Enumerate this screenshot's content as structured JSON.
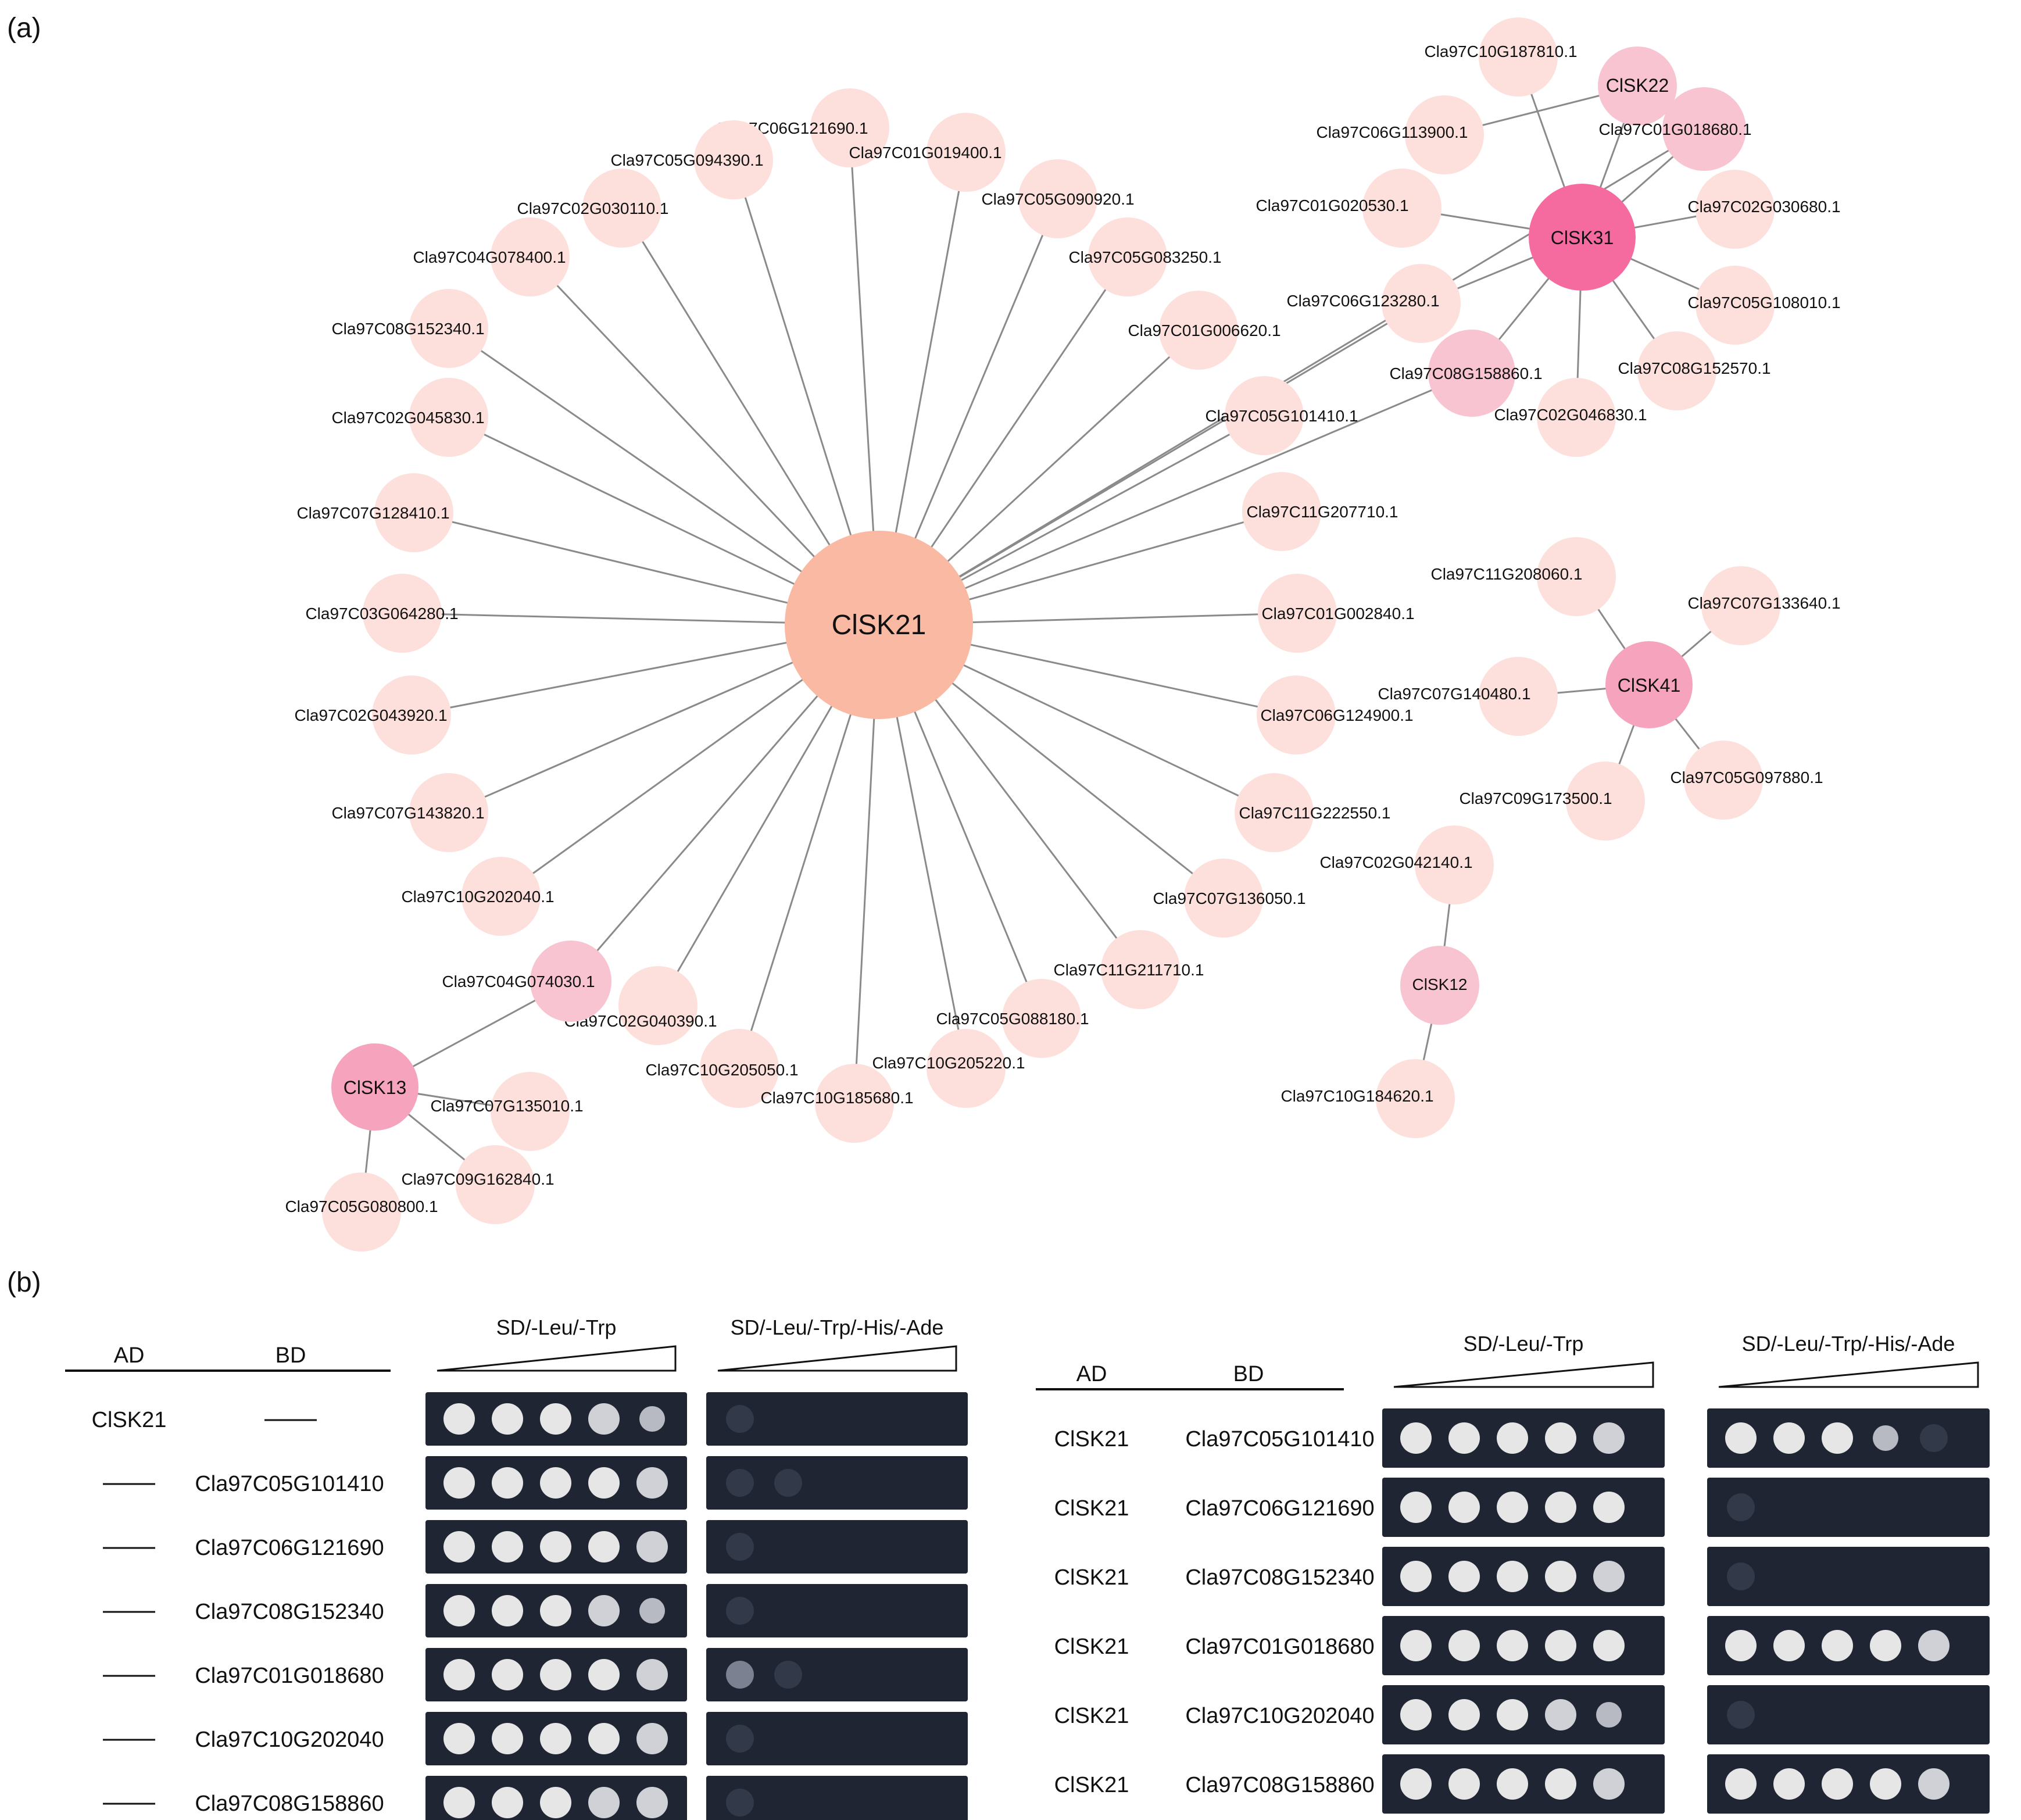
{
  "panels": {
    "a": "(a)",
    "b": "(b)"
  },
  "colors": {
    "hub21": "#f9b9a3",
    "hub31": "#f56ba0",
    "hub_mid": "#f6a4bd",
    "hub_small": "#f9c4d1",
    "leaf": "#fde0dc",
    "edge": "#8a8a8a"
  },
  "network": {
    "hubs": [
      {
        "id": "ClSK21",
        "label": "ClSK21"
      },
      {
        "id": "ClSK31",
        "label": "ClSK31"
      },
      {
        "id": "ClSK22",
        "label": "ClSK22"
      },
      {
        "id": "ClSK41",
        "label": "ClSK41"
      },
      {
        "id": "ClSK12",
        "label": "ClSK12"
      },
      {
        "id": "ClSK13",
        "label": "ClSK13"
      },
      {
        "id": "Cla97C08G158860.1",
        "label": "Cla97C08G158860.1"
      },
      {
        "id": "Cla97C01G018680.1",
        "label": "Cla97C01G018680.1"
      },
      {
        "id": "Cla97C04G074030.1",
        "label": "Cla97C04G074030.1"
      }
    ],
    "leaves": [
      {
        "id": "Cla97C06G121690.1",
        "label": "Cla97C06G121690.1"
      },
      {
        "id": "Cla97C01G019400.1",
        "label": "Cla97C01G019400.1"
      },
      {
        "id": "Cla97C05G094390.1",
        "label": "Cla97C05G094390.1"
      },
      {
        "id": "Cla97C05G090920.1",
        "label": "Cla97C05G090920.1"
      },
      {
        "id": "Cla97C02G030110.1",
        "label": "Cla97C02G030110.1"
      },
      {
        "id": "Cla97C05G083250.1",
        "label": "Cla97C05G083250.1"
      },
      {
        "id": "Cla97C04G078400.1",
        "label": "Cla97C04G078400.1"
      },
      {
        "id": "Cla97C01G006620.1",
        "label": "Cla97C01G006620.1"
      },
      {
        "id": "Cla97C08G152340.1",
        "label": "Cla97C08G152340.1"
      },
      {
        "id": "Cla97C05G101410.1",
        "label": "Cla97C05G101410.1"
      },
      {
        "id": "Cla97C02G045830.1",
        "label": "Cla97C02G045830.1"
      },
      {
        "id": "Cla97C11G207710.1",
        "label": "Cla97C11G207710.1"
      },
      {
        "id": "Cla97C07G128410.1",
        "label": "Cla97C07G128410.1"
      },
      {
        "id": "Cla97C01G002840.1",
        "label": "Cla97C01G002840.1"
      },
      {
        "id": "Cla97C03G064280.1",
        "label": "Cla97C03G064280.1"
      },
      {
        "id": "Cla97C06G124900.1",
        "label": "Cla97C06G124900.1"
      },
      {
        "id": "Cla97C02G043920.1",
        "label": "Cla97C02G043920.1"
      },
      {
        "id": "Cla97C11G222550.1",
        "label": "Cla97C11G222550.1"
      },
      {
        "id": "Cla97C07G143820.1",
        "label": "Cla97C07G143820.1"
      },
      {
        "id": "Cla97C07G136050.1",
        "label": "Cla97C07G136050.1"
      },
      {
        "id": "Cla97C10G202040.1",
        "label": "Cla97C10G202040.1"
      },
      {
        "id": "Cla97C11G211710.1",
        "label": "Cla97C11G211710.1"
      },
      {
        "id": "Cla97C05G088180.1",
        "label": "Cla97C05G088180.1"
      },
      {
        "id": "Cla97C02G040390.1",
        "label": "Cla97C02G040390.1"
      },
      {
        "id": "Cla97C10G205220.1",
        "label": "Cla97C10G205220.1"
      },
      {
        "id": "Cla97C10G205050.1",
        "label": "Cla97C10G205050.1"
      },
      {
        "id": "Cla97C10G185680.1",
        "label": "Cla97C10G185680.1"
      },
      {
        "id": "Cla97C07G135010.1",
        "label": "Cla97C07G135010.1"
      },
      {
        "id": "Cla97C09G162840.1",
        "label": "Cla97C09G162840.1"
      },
      {
        "id": "Cla97C05G080800.1",
        "label": "Cla97C05G080800.1"
      },
      {
        "id": "Cla97C10G187810.1",
        "label": "Cla97C10G187810.1"
      },
      {
        "id": "Cla97C06G113900.1",
        "label": "Cla97C06G113900.1"
      },
      {
        "id": "Cla97C01G020530.1",
        "label": "Cla97C01G020530.1"
      },
      {
        "id": "Cla97C02G030680.1",
        "label": "Cla97C02G030680.1"
      },
      {
        "id": "Cla97C06G123280.1",
        "label": "Cla97C06G123280.1"
      },
      {
        "id": "Cla97C05G108010.1",
        "label": "Cla97C05G108010.1"
      },
      {
        "id": "Cla97C08G152570.1",
        "label": "Cla97C08G152570.1"
      },
      {
        "id": "Cla97C02G046830.1",
        "label": "Cla97C02G046830.1"
      },
      {
        "id": "Cla97C11G208060.1",
        "label": "Cla97C11G208060.1"
      },
      {
        "id": "Cla97C07G133640.1",
        "label": "Cla97C07G133640.1"
      },
      {
        "id": "Cla97C07G140480.1",
        "label": "Cla97C07G140480.1"
      },
      {
        "id": "Cla97C09G173500.1",
        "label": "Cla97C09G173500.1"
      },
      {
        "id": "Cla97C05G097880.1",
        "label": "Cla97C05G097880.1"
      },
      {
        "id": "Cla97C02G042140.1",
        "label": "Cla97C02G042140.1"
      },
      {
        "id": "Cla97C10G184620.1",
        "label": "Cla97C10G184620.1"
      }
    ],
    "edges": [
      [
        "ClSK21",
        "Cla97C06G121690.1"
      ],
      [
        "ClSK21",
        "Cla97C01G019400.1"
      ],
      [
        "ClSK21",
        "Cla97C05G094390.1"
      ],
      [
        "ClSK21",
        "Cla97C05G090920.1"
      ],
      [
        "ClSK21",
        "Cla97C02G030110.1"
      ],
      [
        "ClSK21",
        "Cla97C05G083250.1"
      ],
      [
        "ClSK21",
        "Cla97C04G078400.1"
      ],
      [
        "ClSK21",
        "Cla97C01G006620.1"
      ],
      [
        "ClSK21",
        "Cla97C08G152340.1"
      ],
      [
        "ClSK21",
        "Cla97C05G101410.1"
      ],
      [
        "ClSK21",
        "Cla97C02G045830.1"
      ],
      [
        "ClSK21",
        "Cla97C11G207710.1"
      ],
      [
        "ClSK21",
        "Cla97C07G128410.1"
      ],
      [
        "ClSK21",
        "Cla97C01G002840.1"
      ],
      [
        "ClSK21",
        "Cla97C03G064280.1"
      ],
      [
        "ClSK21",
        "Cla97C06G124900.1"
      ],
      [
        "ClSK21",
        "Cla97C02G043920.1"
      ],
      [
        "ClSK21",
        "Cla97C11G222550.1"
      ],
      [
        "ClSK21",
        "Cla97C07G143820.1"
      ],
      [
        "ClSK21",
        "Cla97C07G136050.1"
      ],
      [
        "ClSK21",
        "Cla97C10G202040.1"
      ],
      [
        "ClSK21",
        "Cla97C11G211710.1"
      ],
      [
        "ClSK21",
        "Cla97C04G074030.1"
      ],
      [
        "ClSK21",
        "Cla97C05G088180.1"
      ],
      [
        "ClSK21",
        "Cla97C02G040390.1"
      ],
      [
        "ClSK21",
        "Cla97C10G205220.1"
      ],
      [
        "ClSK21",
        "Cla97C10G205050.1"
      ],
      [
        "ClSK21",
        "Cla97C10G185680.1"
      ],
      [
        "ClSK21",
        "Cla97C06G123280.1"
      ],
      [
        "ClSK21",
        "Cla97C08G158860.1"
      ],
      [
        "ClSK21",
        "Cla97C01G018680.1"
      ],
      [
        "Cla97C04G074030.1",
        "ClSK13"
      ],
      [
        "ClSK13",
        "Cla97C07G135010.1"
      ],
      [
        "ClSK13",
        "Cla97C09G162840.1"
      ],
      [
        "ClSK13",
        "Cla97C05G080800.1"
      ],
      [
        "ClSK31",
        "ClSK22"
      ],
      [
        "ClSK31",
        "Cla97C10G187810.1"
      ],
      [
        "ClSK31",
        "Cla97C01G018680.1"
      ],
      [
        "ClSK31",
        "Cla97C01G020530.1"
      ],
      [
        "ClSK31",
        "Cla97C02G030680.1"
      ],
      [
        "ClSK31",
        "Cla97C06G123280.1"
      ],
      [
        "ClSK31",
        "Cla97C05G108010.1"
      ],
      [
        "ClSK31",
        "Cla97C08G158860.1"
      ],
      [
        "ClSK31",
        "Cla97C08G152570.1"
      ],
      [
        "ClSK31",
        "Cla97C02G046830.1"
      ],
      [
        "ClSK22",
        "Cla97C06G113900.1"
      ],
      [
        "ClSK41",
        "Cla97C11G208060.1"
      ],
      [
        "ClSK41",
        "Cla97C07G133640.1"
      ],
      [
        "ClSK41",
        "Cla97C07G140480.1"
      ],
      [
        "ClSK41",
        "Cla97C09G173500.1"
      ],
      [
        "ClSK41",
        "Cla97C05G097880.1"
      ],
      [
        "ClSK12",
        "Cla97C02G042140.1"
      ],
      [
        "ClSK12",
        "Cla97C10G184620.1"
      ]
    ]
  },
  "y2h": {
    "left": {
      "headers": {
        "ad": "AD",
        "bd": "BD"
      },
      "conditions": [
        "SD/-Leu/-Trp",
        "SD/-Leu/-Trp/-His/-Ade"
      ],
      "rows": [
        {
          "ad": "ClSK21",
          "bd": "",
          "ad_dash": false,
          "bd_dash": true,
          "growth": [
            [
              5,
              5,
              5,
              4,
              3
            ],
            [
              1,
              0,
              0,
              0,
              0
            ]
          ]
        },
        {
          "ad": "",
          "bd": "Cla97C05G101410",
          "ad_dash": true,
          "bd_dash": false,
          "growth": [
            [
              5,
              5,
              5,
              5,
              4
            ],
            [
              1,
              1,
              0,
              0,
              0
            ]
          ]
        },
        {
          "ad": "",
          "bd": "Cla97C06G121690",
          "ad_dash": true,
          "bd_dash": false,
          "growth": [
            [
              5,
              5,
              5,
              5,
              4
            ],
            [
              1,
              0,
              0,
              0,
              0
            ]
          ]
        },
        {
          "ad": "",
          "bd": "Cla97C08G152340",
          "ad_dash": true,
          "bd_dash": false,
          "growth": [
            [
              5,
              5,
              5,
              4,
              3
            ],
            [
              1,
              0,
              0,
              0,
              0
            ]
          ]
        },
        {
          "ad": "",
          "bd": "Cla97C01G018680",
          "ad_dash": true,
          "bd_dash": false,
          "growth": [
            [
              5,
              5,
              5,
              5,
              4
            ],
            [
              2,
              1,
              0,
              0,
              0
            ]
          ]
        },
        {
          "ad": "",
          "bd": "Cla97C10G202040",
          "ad_dash": true,
          "bd_dash": false,
          "growth": [
            [
              5,
              5,
              5,
              5,
              4
            ],
            [
              1,
              0,
              0,
              0,
              0
            ]
          ]
        },
        {
          "ad": "",
          "bd": "Cla97C08G158860",
          "ad_dash": true,
          "bd_dash": false,
          "growth": [
            [
              5,
              5,
              5,
              4,
              4
            ],
            [
              1,
              0,
              0,
              0,
              0
            ]
          ]
        }
      ]
    },
    "right": {
      "headers": {
        "ad": "AD",
        "bd": "BD"
      },
      "conditions": [
        "SD/-Leu/-Trp",
        "SD/-Leu/-Trp/-His/-Ade"
      ],
      "rows": [
        {
          "ad": "ClSK21",
          "bd": "Cla97C05G101410",
          "ad_dash": false,
          "bd_dash": false,
          "growth": [
            [
              5,
              5,
              5,
              5,
              4
            ],
            [
              5,
              5,
              5,
              3,
              1
            ]
          ]
        },
        {
          "ad": "ClSK21",
          "bd": "Cla97C06G121690",
          "ad_dash": false,
          "bd_dash": false,
          "growth": [
            [
              5,
              5,
              5,
              5,
              5
            ],
            [
              1,
              0,
              0,
              0,
              0
            ]
          ]
        },
        {
          "ad": "ClSK21",
          "bd": "Cla97C08G152340",
          "ad_dash": false,
          "bd_dash": false,
          "growth": [
            [
              5,
              5,
              5,
              5,
              4
            ],
            [
              1,
              0,
              0,
              0,
              0
            ]
          ]
        },
        {
          "ad": "ClSK21",
          "bd": "Cla97C01G018680",
          "ad_dash": false,
          "bd_dash": false,
          "growth": [
            [
              5,
              5,
              5,
              5,
              5
            ],
            [
              5,
              5,
              5,
              5,
              4
            ]
          ]
        },
        {
          "ad": "ClSK21",
          "bd": "Cla97C10G202040",
          "ad_dash": false,
          "bd_dash": false,
          "growth": [
            [
              5,
              5,
              5,
              4,
              3
            ],
            [
              1,
              0,
              0,
              0,
              0
            ]
          ]
        },
        {
          "ad": "ClSK21",
          "bd": "Cla97C08G158860",
          "ad_dash": false,
          "bd_dash": false,
          "growth": [
            [
              5,
              5,
              5,
              5,
              4
            ],
            [
              5,
              5,
              5,
              5,
              4
            ]
          ]
        }
      ]
    }
  }
}
